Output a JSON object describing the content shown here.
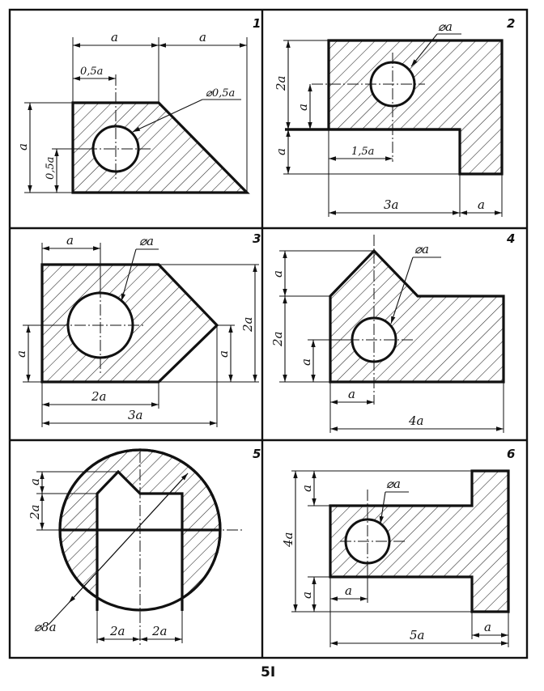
{
  "page": {
    "number": "5I"
  },
  "problems": [
    {
      "number": "1",
      "dims": {
        "top_left": "a",
        "top_right": "a",
        "half": "0,5a",
        "hole": "⌀0,5a",
        "height": "a",
        "half_height": "0,5a"
      }
    },
    {
      "number": "2",
      "dims": {
        "hole": "⌀a",
        "upper": "2a",
        "inner": "a",
        "lower": "a",
        "offset": "1,5a",
        "width": "3a",
        "right": "a"
      }
    },
    {
      "number": "3",
      "dims": {
        "top": "a",
        "hole": "⌀a",
        "height": "2a",
        "left": "a",
        "right": "a",
        "bottom": "2a",
        "width": "3a"
      }
    },
    {
      "number": "4",
      "dims": {
        "top": "a",
        "hole": "⌀a",
        "middle": "2a",
        "inner": "a",
        "bottom": "a",
        "width": "4a"
      }
    },
    {
      "number": "5",
      "dims": {
        "top": "a",
        "slot": "2a",
        "diameter": "⌀8a",
        "left": "2a",
        "right": "2a"
      }
    },
    {
      "number": "6",
      "dims": {
        "hole": "⌀a",
        "top": "a",
        "height": "4a",
        "bottom": "a",
        "inner": "a",
        "width": "5a",
        "right": "a"
      }
    }
  ]
}
